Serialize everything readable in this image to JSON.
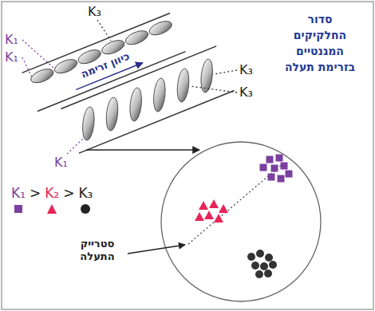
{
  "diagram": {
    "title": "סדור החלקיקים המגנטיים בזרימת תעלה",
    "labels": [
      "K₃",
      "כיוון זרימה",
      "K₁",
      "K₁",
      "K₃",
      "K₃",
      "K₁",
      ">",
      ">",
      "סטרייק התעלה"
    ],
    "legend": [
      {
        "text": "K₁"
      },
      {
        "text": "K₂"
      },
      {
        "text": "K₃"
      }
    ]
  }
}
